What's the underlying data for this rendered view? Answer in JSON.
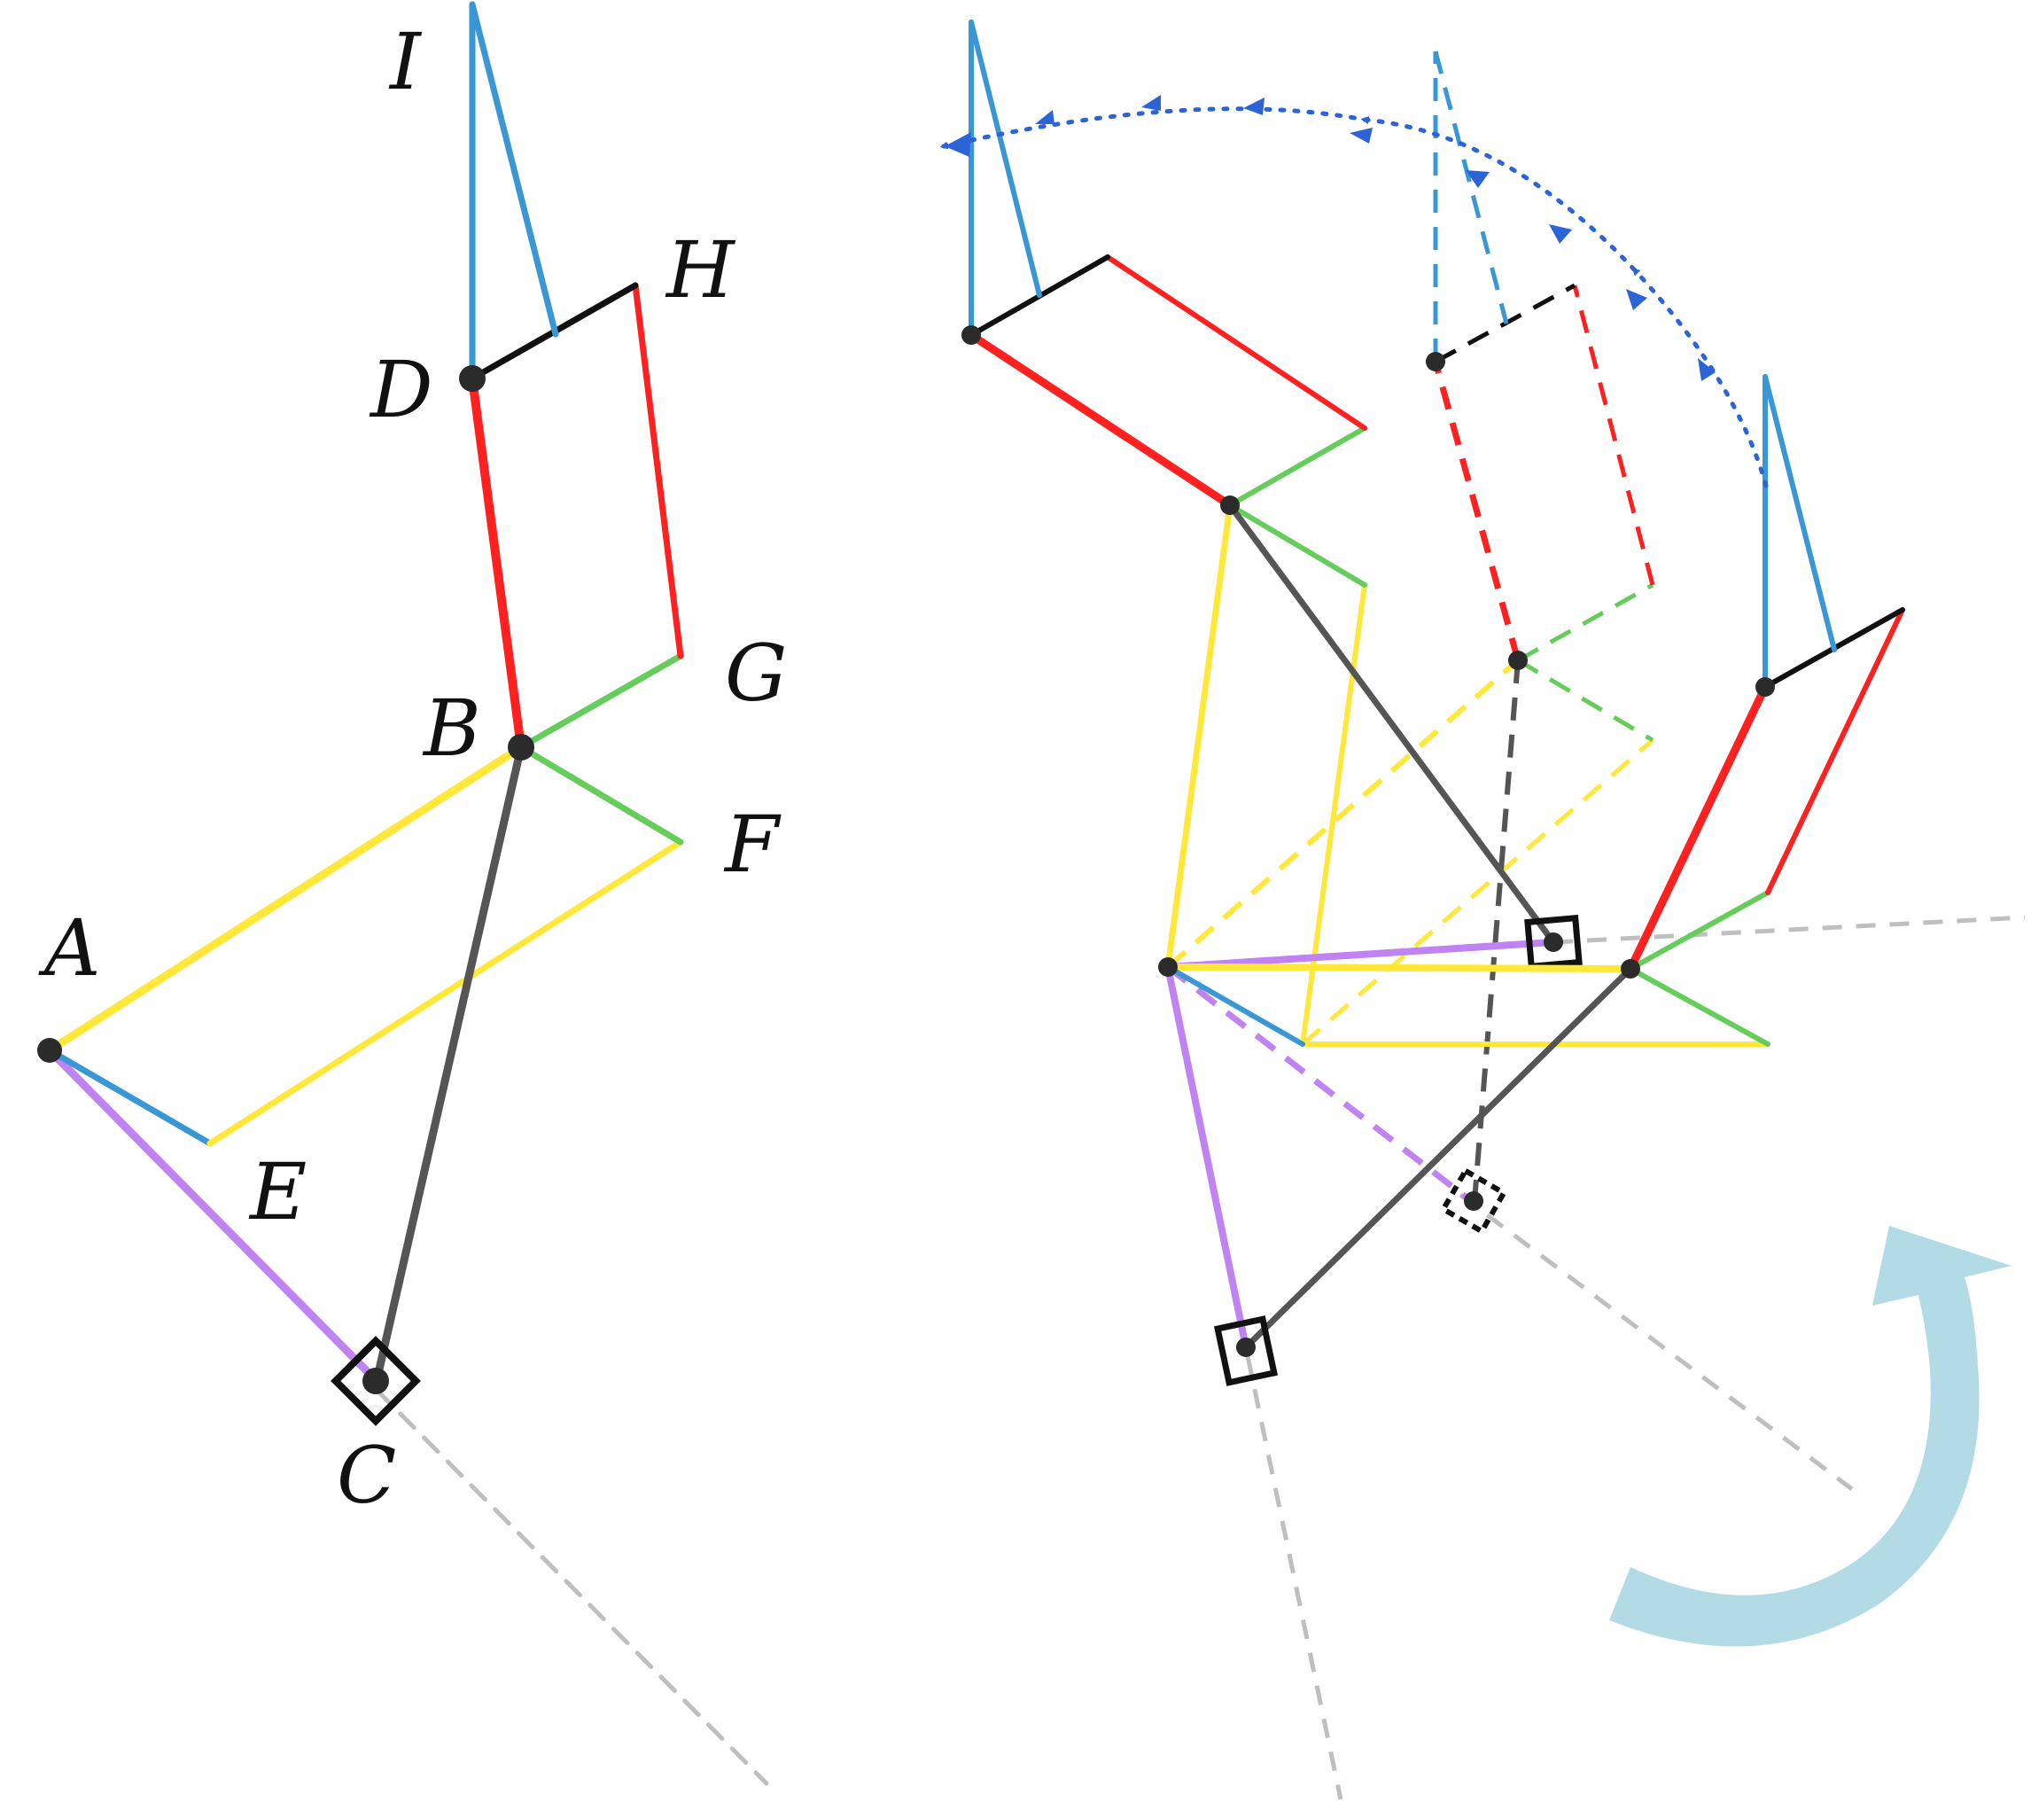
{
  "labels": {
    "I": "I",
    "H": "H",
    "D": "D",
    "G": "G",
    "B": "B",
    "F": "F",
    "A": "A",
    "E": "E",
    "C": "C"
  },
  "colors": {
    "blue": "#3a97d6",
    "black": "#111111",
    "red": "#ff2020",
    "green": "#66cc5c",
    "yellow": "#ffe83a",
    "purple": "#c083f2",
    "gray": "#555555",
    "guide": "#bfbfbf",
    "point": "#2b2b2b",
    "arrow": "#2c63d6",
    "rotation_arrow": "#b3dbe6"
  }
}
